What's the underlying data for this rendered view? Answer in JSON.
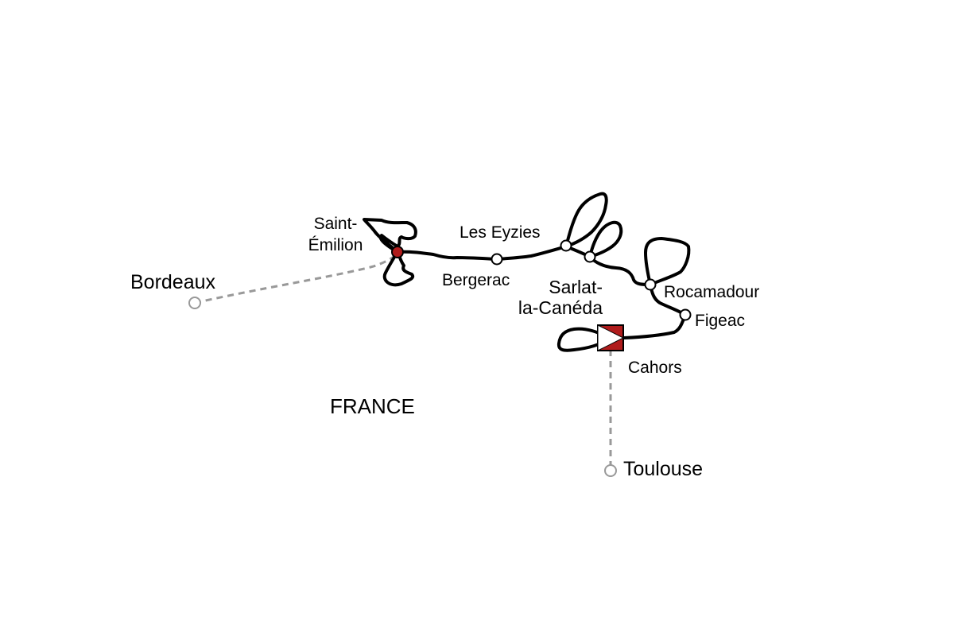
{
  "map": {
    "country_label": "FRANCE",
    "route_color": "#000000",
    "accent_color": "#b01c1c",
    "transfer_line_color": "#999999",
    "gateways": {
      "start": "Bordeaux",
      "end": "Toulouse"
    },
    "places": {
      "saint_emilion_line1": "Saint-",
      "saint_emilion_line2": "Émilion",
      "bergerac": "Bergerac",
      "les_eyzies": "Les Eyzies",
      "sarlat_line1": "Sarlat-",
      "sarlat_line2": "la-Canéda",
      "rocamadour": "Rocamadour",
      "figeac": "Figeac",
      "cahors": "Cahors"
    }
  }
}
